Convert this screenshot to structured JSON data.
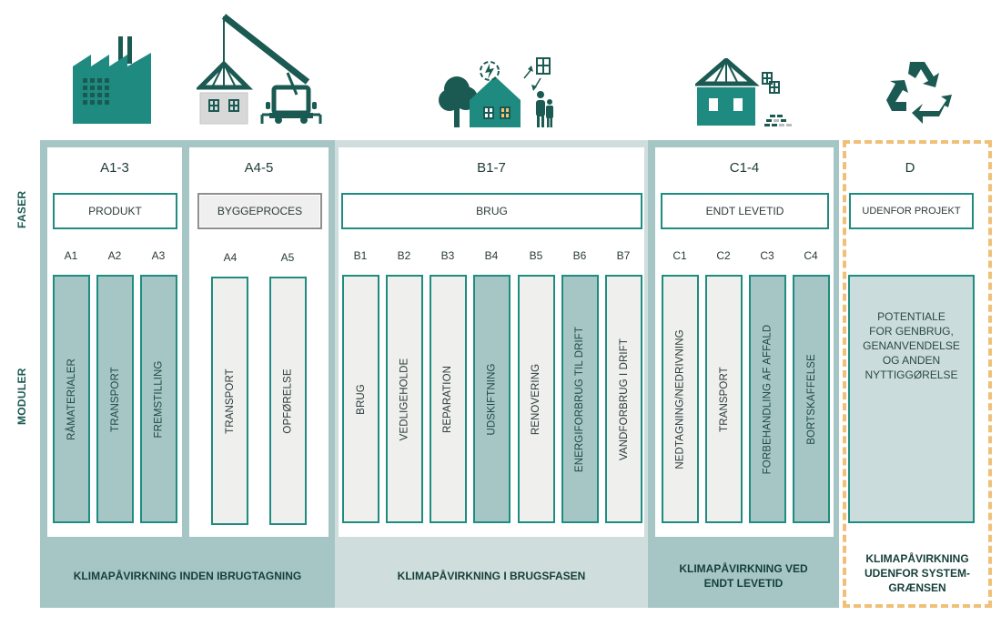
{
  "side_labels": {
    "phases": "FASER",
    "modules": "MODULER"
  },
  "icons": {
    "a13": "factory-icon",
    "a45": "crane-house-icon",
    "b17": "house-use-icon",
    "c14": "demolition-house-icon",
    "d": "recycle-icon"
  },
  "colors": {
    "teal_border": "#1e8c80",
    "teal_dark": "#1a5a52",
    "teal_icon": "#1e8a80",
    "frame_light": "#a6c6c5",
    "frame_lighter": "#cfdedd",
    "module_light": "#efefee",
    "module_dark": "#a6c6c5",
    "outside_dash": "#f0c078"
  },
  "groups": [
    {
      "code": "A1-3",
      "phase": "PRODUKT",
      "modules": [
        {
          "code": "A1",
          "label": "RÅMATERIALER",
          "shade": "dark"
        },
        {
          "code": "A2",
          "label": "TRANSPORT",
          "shade": "dark"
        },
        {
          "code": "A3",
          "label": "FREMSTILLING",
          "shade": "dark"
        }
      ]
    },
    {
      "code": "A4-5",
      "phase": "BYGGEPROCES",
      "modules": [
        {
          "code": "A4",
          "label": "TRANSPORT",
          "shade": "light"
        },
        {
          "code": "A5",
          "label": "OPFØRELSE",
          "shade": "light"
        }
      ]
    },
    {
      "code": "B1-7",
      "phase": "BRUG",
      "modules": [
        {
          "code": "B1",
          "label": "BRUG",
          "shade": "light"
        },
        {
          "code": "B2",
          "label": "VEDLIGEHOLDE",
          "shade": "light"
        },
        {
          "code": "B3",
          "label": "REPARATION",
          "shade": "light"
        },
        {
          "code": "B4",
          "label": "UDSKIFTNING",
          "shade": "dark"
        },
        {
          "code": "B5",
          "label": "RENOVERING",
          "shade": "light"
        },
        {
          "code": "B6",
          "label": "ENERGIFORBRUG TIL DRIFT",
          "shade": "dark"
        },
        {
          "code": "B7",
          "label": "VANDFORBRUG I DRIFT",
          "shade": "light"
        }
      ]
    },
    {
      "code": "C1-4",
      "phase": "ENDT LEVETID",
      "modules": [
        {
          "code": "C1",
          "label": "NEDTAGNING/NEDRIVNING",
          "shade": "light"
        },
        {
          "code": "C2",
          "label": "TRANSPORT",
          "shade": "light"
        },
        {
          "code": "C3",
          "label": "FORBEHANDLING AF AFFALD",
          "shade": "dark"
        },
        {
          "code": "C4",
          "label": "BORTSKAFFELSE",
          "shade": "dark"
        }
      ]
    },
    {
      "code": "D",
      "phase": "UDENFOR PROJEKT",
      "module_text": [
        "POTENTIALE",
        "FOR GENBRUG,",
        "GENANVENDELSE",
        "OG ANDEN",
        "NYTTIGGØRELSE"
      ]
    }
  ],
  "footers": {
    "a": [
      "KLIMAPÅVIRKNING INDEN IBRUGTAGNING"
    ],
    "b": [
      "KLIMAPÅVIRKNING I BRUGSFASEN"
    ],
    "c": [
      "KLIMAPÅVIRKNING VED",
      "ENDT LEVETID"
    ],
    "d": [
      "KLIMAPÅVIRKNING",
      "UDENFOR SYSTEM-",
      "GRÆNSEN"
    ]
  }
}
